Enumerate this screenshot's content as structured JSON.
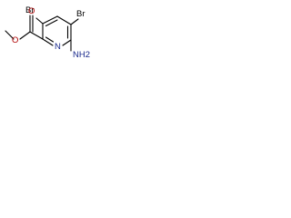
{
  "molecule": {
    "atoms": {
      "br_top": "Br",
      "br_right": "Br",
      "nitrogen_ring": "N",
      "amine": "NH2",
      "oxygen_carbonyl": "O",
      "oxygen_ester": "O"
    },
    "colors": {
      "bond": "#000000",
      "nitrogen": "#1a2a8c",
      "oxygen": "#b00000",
      "carbon_halogen": "#000000"
    }
  }
}
